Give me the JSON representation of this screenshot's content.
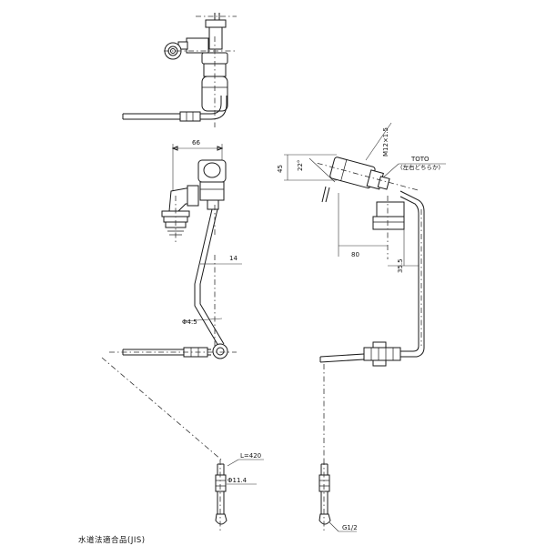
{
  "dimensions": {
    "width_66": "66",
    "offset_14": "14",
    "pipe_dia": "Φ4.5",
    "length_420": "L=420",
    "nut_dia": "Φ11.4",
    "height_45": "45",
    "angle_22": "22°",
    "thread_m": "M12×1.5",
    "depth_80": "80",
    "depth_35_5": "35.5",
    "thread_g": "G1/2"
  },
  "annotations": {
    "brand": "TOTO",
    "note": "(左右どちらか)"
  },
  "footer": {
    "compliance": "水道法適合品(JIS)"
  }
}
